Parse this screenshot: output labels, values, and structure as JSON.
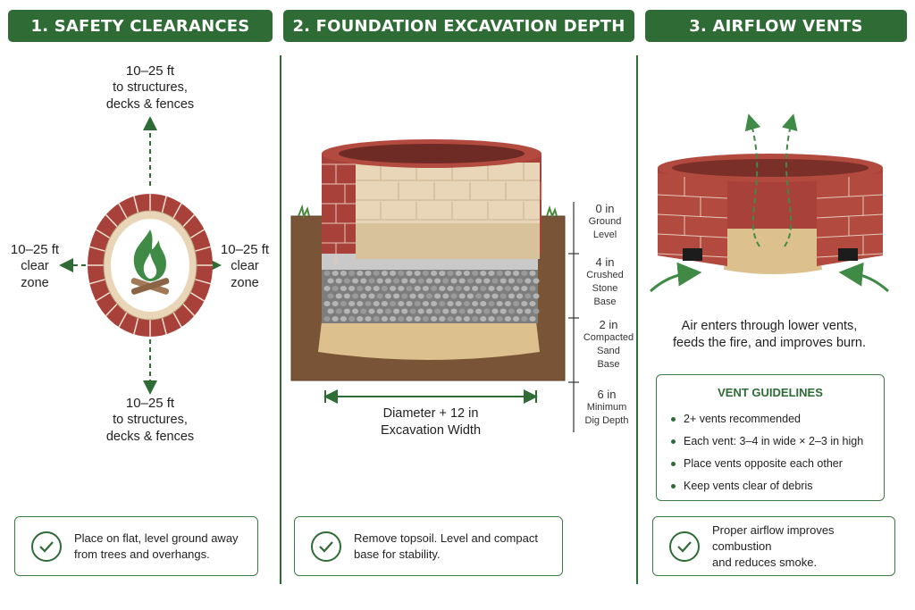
{
  "headers": {
    "safety": "1. SAFETY CLEARANCES",
    "foundation": "2. FOUNDATION EXCAVATION DEPTH",
    "airflow": "3. AIRFLOW VENTS"
  },
  "safety": {
    "top": {
      "dist": "10–25 ft",
      "line1": "to structures,",
      "line2": "decks & fences"
    },
    "bottom": {
      "dist": "10–25 ft",
      "line1": "to structures,",
      "line2": "decks & fences"
    },
    "left": {
      "dist": "10–25 ft",
      "line1": "clear",
      "line2": "zone"
    },
    "right": {
      "dist": "10–25 ft",
      "line1": "clear",
      "line2": "zone"
    },
    "note": {
      "line1": "Place on flat, level ground away",
      "line2": "from trees and overhangs."
    }
  },
  "foundation": {
    "layers": [
      {
        "value": "0 in",
        "line1": "Ground",
        "line2": "Level",
        "line3": ""
      },
      {
        "value": "4 in",
        "line1": "Crushed",
        "line2": "Stone",
        "line3": "Base"
      },
      {
        "value": "2 in",
        "line1": "Compacted",
        "line2": "Sand",
        "line3": "Base"
      },
      {
        "value": "6 in",
        "line1": "Minimum",
        "line2": "Dig Depth",
        "line3": ""
      }
    ],
    "width_label": {
      "line1": "Diameter + 12 in",
      "line2": "Excavation Width"
    },
    "note": {
      "line1": "Remove topsoil. Level and compact",
      "line2": "base for stability."
    }
  },
  "airflow": {
    "caption": {
      "line1": "Air enters through lower vents,",
      "line2": "feeds the fire, and improves burn."
    },
    "guidelines_title": "VENT GUIDELINES",
    "guidelines": [
      "2+ vents recommended",
      "Each vent: 3–4 in wide × 2–3 in high",
      "Place vents opposite each other",
      "Keep vents clear of debris"
    ],
    "note": {
      "line1": "Proper airflow improves combustion",
      "line2": "and reduces smoke."
    }
  },
  "colors": {
    "accent_green": "#2e6b35",
    "brick": "#a8413a",
    "light_brick": "#e9d6b8",
    "soil": "#7a5436",
    "sand": "#dcc08e",
    "gravel": "#8a8a8a"
  }
}
